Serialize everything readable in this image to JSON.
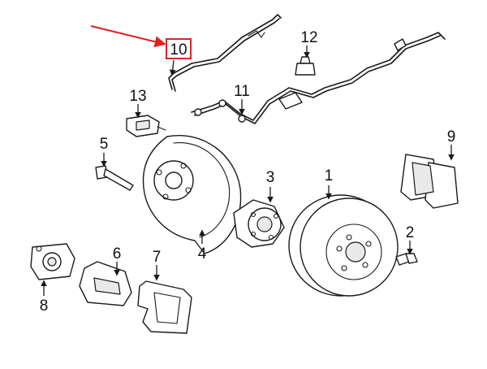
{
  "callouts": {
    "p1": "1",
    "p2": "2",
    "p3": "3",
    "p4": "4",
    "p5": "5",
    "p6": "6",
    "p7": "7",
    "p8": "8",
    "p9": "9",
    "p10": "10",
    "p11": "11",
    "p12": "12",
    "p13": "13"
  },
  "highlight": {
    "callout": "10",
    "box_color": "#d62828",
    "arrow_color": "#e0201f"
  }
}
